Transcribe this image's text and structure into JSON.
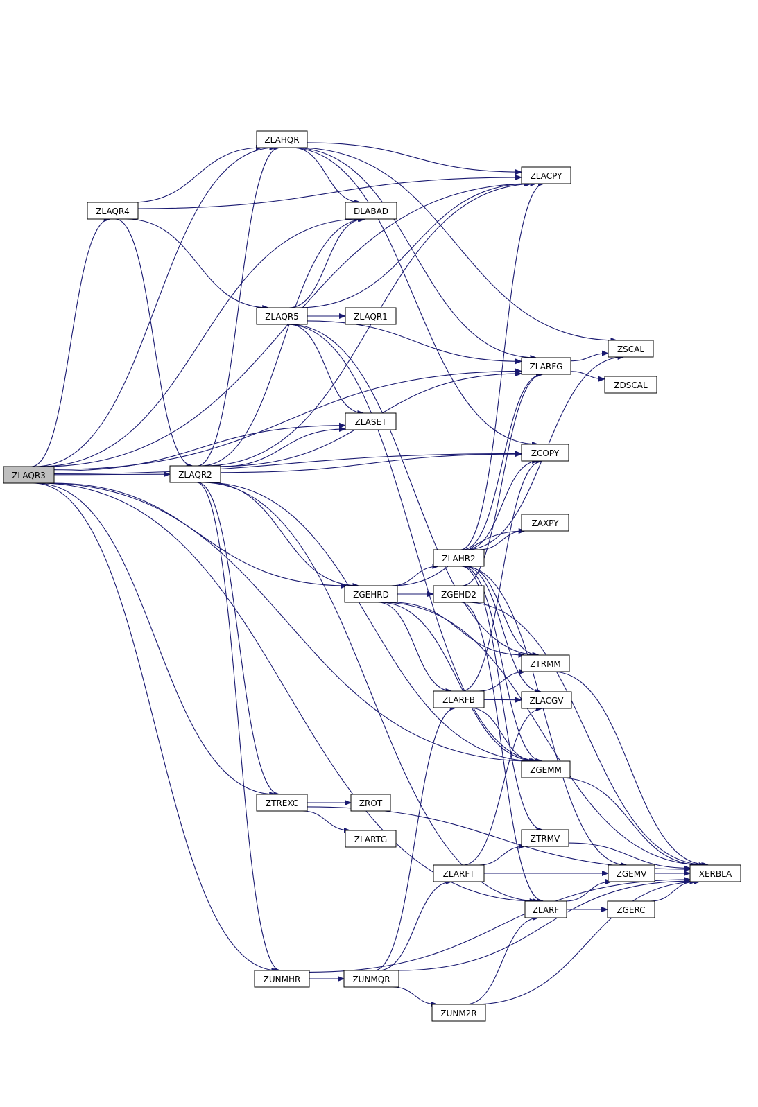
{
  "colors": {
    "edge": "#191970",
    "node_fill": "#ffffff",
    "root_fill": "#bfbfbf",
    "node_border": "#000000"
  },
  "nodes": {
    "ZLAQR3": "ZLAQR3",
    "ZLAQR4": "ZLAQR4",
    "ZLAHQR": "ZLAHQR",
    "ZLACPY": "ZLACPY",
    "DLABAD": "DLABAD",
    "ZLAQR5": "ZLAQR5",
    "ZLAQR1": "ZLAQR1",
    "ZSCAL": "ZSCAL",
    "ZLARFG": "ZLARFG",
    "ZDSCAL": "ZDSCAL",
    "ZLASET": "ZLASET",
    "ZLAQR2": "ZLAQR2",
    "ZCOPY": "ZCOPY",
    "ZAXPY": "ZAXPY",
    "ZLAHR2": "ZLAHR2",
    "ZGEHRD": "ZGEHRD",
    "ZGEHD2": "ZGEHD2",
    "ZTRMM": "ZTRMM",
    "ZLARFB": "ZLARFB",
    "ZLACGV": "ZLACGV",
    "ZGEMM": "ZGEMM",
    "ZTREXC": "ZTREXC",
    "ZROT": "ZROT",
    "ZLARTG": "ZLARTG",
    "ZTRMV": "ZTRMV",
    "ZLARFT": "ZLARFT",
    "ZGEMV": "ZGEMV",
    "XERBLA": "XERBLA",
    "ZLARF": "ZLARF",
    "ZGERC": "ZGERC",
    "ZUNMHR": "ZUNMHR",
    "ZUNMQR": "ZUNMQR",
    "ZUNM2R": "ZUNM2R"
  },
  "edges": [
    [
      "ZLAQR3",
      "ZLAQR4"
    ],
    [
      "ZLAQR3",
      "ZLAHQR"
    ],
    [
      "ZLAQR3",
      "ZLACPY"
    ],
    [
      "ZLAQR3",
      "DLABAD"
    ],
    [
      "ZLAQR3",
      "ZLARFG"
    ],
    [
      "ZLAQR3",
      "ZLASET"
    ],
    [
      "ZLAQR3",
      "ZLAQR2"
    ],
    [
      "ZLAQR3",
      "ZCOPY"
    ],
    [
      "ZLAQR3",
      "ZGEHRD"
    ],
    [
      "ZLAQR3",
      "ZTREXC"
    ],
    [
      "ZLAQR3",
      "ZGEMM"
    ],
    [
      "ZLAQR3",
      "ZLARF"
    ],
    [
      "ZLAQR3",
      "ZUNMHR"
    ],
    [
      "ZLAQR4",
      "ZLAHQR"
    ],
    [
      "ZLAQR4",
      "ZLACPY"
    ],
    [
      "ZLAQR4",
      "ZLAQR5"
    ],
    [
      "ZLAQR4",
      "ZLAQR2"
    ],
    [
      "ZLAHQR",
      "ZLACPY"
    ],
    [
      "ZLAHQR",
      "DLABAD"
    ],
    [
      "ZLAHQR",
      "ZSCAL"
    ],
    [
      "ZLAHQR",
      "ZLARFG"
    ],
    [
      "ZLAHQR",
      "ZCOPY"
    ],
    [
      "ZLAQR5",
      "DLABAD"
    ],
    [
      "ZLAQR5",
      "ZLACPY"
    ],
    [
      "ZLAQR5",
      "ZLAQR1"
    ],
    [
      "ZLAQR5",
      "ZLARFG"
    ],
    [
      "ZLAQR5",
      "ZLASET"
    ],
    [
      "ZLAQR5",
      "ZTRMM"
    ],
    [
      "ZLAQR5",
      "ZGEMM"
    ],
    [
      "ZLARFG",
      "ZSCAL"
    ],
    [
      "ZLARFG",
      "ZDSCAL"
    ],
    [
      "ZLAQR2",
      "ZLAHQR"
    ],
    [
      "ZLAQR2",
      "ZLACPY"
    ],
    [
      "ZLAQR2",
      "DLABAD"
    ],
    [
      "ZLAQR2",
      "ZLASET"
    ],
    [
      "ZLAQR2",
      "ZLARFG"
    ],
    [
      "ZLAQR2",
      "ZCOPY"
    ],
    [
      "ZLAQR2",
      "ZGEHRD"
    ],
    [
      "ZLAQR2",
      "ZGEMM"
    ],
    [
      "ZLAQR2",
      "ZTREXC"
    ],
    [
      "ZLAQR2",
      "ZLARF"
    ],
    [
      "ZLAQR2",
      "ZUNMHR"
    ],
    [
      "ZGEHRD",
      "ZLAHR2"
    ],
    [
      "ZGEHRD",
      "ZGEHD2"
    ],
    [
      "ZGEHRD",
      "ZAXPY"
    ],
    [
      "ZGEHRD",
      "ZTRMM"
    ],
    [
      "ZGEHRD",
      "ZLARFB"
    ],
    [
      "ZGEHRD",
      "ZGEMM"
    ],
    [
      "ZGEHRD",
      "XERBLA"
    ],
    [
      "ZLAHR2",
      "ZLACPY"
    ],
    [
      "ZLAHR2",
      "ZLARFG"
    ],
    [
      "ZLAHR2",
      "ZCOPY"
    ],
    [
      "ZLAHR2",
      "ZAXPY"
    ],
    [
      "ZLAHR2",
      "ZSCAL"
    ],
    [
      "ZLAHR2",
      "ZTRMM"
    ],
    [
      "ZLAHR2",
      "ZLACGV"
    ],
    [
      "ZLAHR2",
      "ZGEMM"
    ],
    [
      "ZLAHR2",
      "ZTRMV"
    ],
    [
      "ZLAHR2",
      "ZGEMV"
    ],
    [
      "ZGEHD2",
      "ZLARFG"
    ],
    [
      "ZGEHD2",
      "ZLARF"
    ],
    [
      "ZGEHD2",
      "XERBLA"
    ],
    [
      "ZLARFB",
      "ZCOPY"
    ],
    [
      "ZLARFB",
      "ZTRMM"
    ],
    [
      "ZLARFB",
      "ZLACGV"
    ],
    [
      "ZLARFB",
      "ZGEMM"
    ],
    [
      "ZTRMM",
      "XERBLA"
    ],
    [
      "ZGEMM",
      "XERBLA"
    ],
    [
      "ZTREXC",
      "ZROT"
    ],
    [
      "ZTREXC",
      "ZLARTG"
    ],
    [
      "ZTREXC",
      "XERBLA"
    ],
    [
      "ZLARFT",
      "ZLACGV"
    ],
    [
      "ZLARFT",
      "ZTRMV"
    ],
    [
      "ZLARFT",
      "ZGEMV"
    ],
    [
      "ZTRMV",
      "XERBLA"
    ],
    [
      "ZGEMV",
      "XERBLA"
    ],
    [
      "ZLARF",
      "ZGEMV"
    ],
    [
      "ZLARF",
      "ZGERC"
    ],
    [
      "ZGERC",
      "XERBLA"
    ],
    [
      "ZUNMHR",
      "ZUNMQR"
    ],
    [
      "ZUNMHR",
      "XERBLA"
    ],
    [
      "ZUNMQR",
      "ZLARFB"
    ],
    [
      "ZUNMQR",
      "ZLARFT"
    ],
    [
      "ZUNMQR",
      "ZUNM2R"
    ],
    [
      "ZUNMQR",
      "XERBLA"
    ],
    [
      "ZUNM2R",
      "ZLARF"
    ],
    [
      "ZUNM2R",
      "XERBLA"
    ]
  ]
}
